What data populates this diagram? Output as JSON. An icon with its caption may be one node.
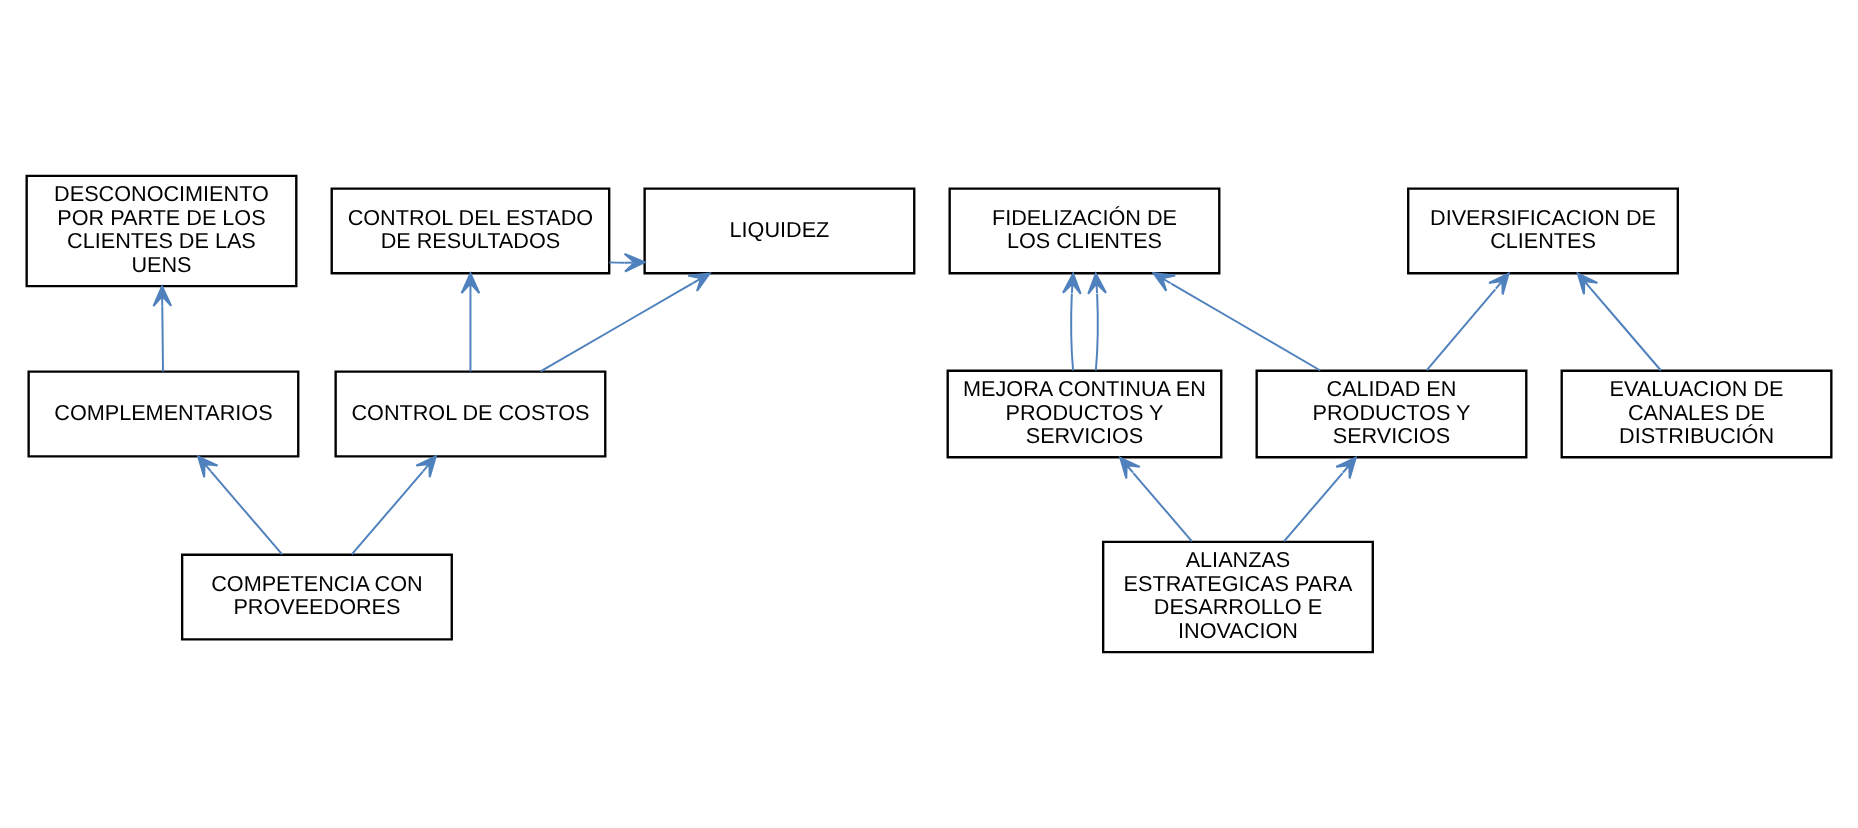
{
  "diagram": {
    "nodes": [
      {
        "text": [
          "LIQUIDEZ"
        ]
      },
      {
        "text": [
          "CONTROL DEL ESTADO DE RESULTADOS"
        ]
      },
      {
        "text": [
          "DIVERSIFICACION DE CLIENTES"
        ]
      },
      {
        "text": [
          "DESCONOCIMIENTO POR PARTE DE LOS CLIENTES DE LAS UENS"
        ]
      },
      {
        "text": [
          "FIDELIZACIÓN DE LOS CLIENTES"
        ]
      },
      {
        "text": [
          "MEJORA CONTINUA EN PRODUCTOS Y SERVICIOS"
        ]
      },
      {
        "text": [
          "CALIDAD EN PRODUCTOS Y SERVICIOS"
        ]
      },
      {
        "text": [
          "COMPLEMENTARIOS"
        ]
      },
      {
        "text": [
          "CONTROL DE COSTOS"
        ]
      },
      {
        "text": [
          "EVALUACION DE CANALES DE DISTRIBUCIÓN"
        ]
      },
      {
        "text": [
          "ALIANZAS ESTRATEGICAS PARA DESARROLLO E INOVACION"
        ]
      },
      {
        "text": [
          "COMPETENCIA CON PROVEEDORES"
        ]
      }
    ],
    "edges": [
      {
        "from": 1,
        "to": 0,
        "arrow": "to"
      },
      {
        "from": 8,
        "to": 0,
        "arrow": "to"
      },
      {
        "from": 8,
        "to": 1,
        "arrow": "to"
      },
      {
        "from": 6,
        "to": 2,
        "arrow": "to"
      },
      {
        "from": 9,
        "to": 2,
        "arrow": "to"
      },
      {
        "from": 7,
        "to": 3,
        "arrow": "to"
      },
      {
        "from": 5,
        "to": 4,
        "arrow": "to"
      },
      {
        "from": 5,
        "to": 4,
        "arrow": "to"
      },
      {
        "from": 6,
        "to": 4,
        "arrow": "to"
      },
      {
        "from": 10,
        "to": 5,
        "arrow": "to"
      },
      {
        "from": 10,
        "to": 6,
        "arrow": "to"
      },
      {
        "from": 11,
        "to": 7,
        "arrow": "to"
      },
      {
        "from": 11,
        "to": 8,
        "arrow": "to"
      }
    ]
  }
}
